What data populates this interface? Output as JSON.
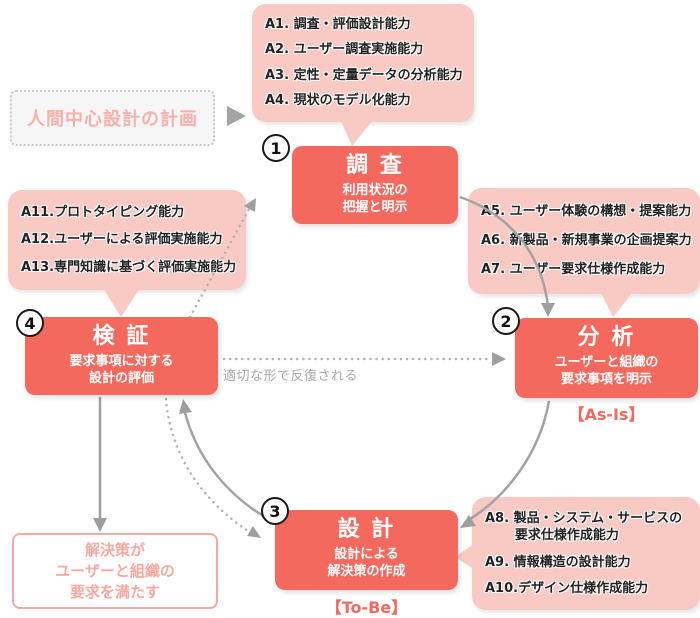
{
  "palette": {
    "node_red": "#f4695e",
    "box_pink": "#f9c9c4",
    "arrow_gray": "#a3a3a3",
    "soft_pink": "#f7a8a0"
  },
  "plan_box": {
    "label": "人間中心設計の計画"
  },
  "flow": {
    "iteration_label": "適切な形で反復される"
  },
  "nodes": {
    "survey": {
      "number": "1",
      "title": "調 査",
      "sub1": "利用状況の",
      "sub2": "把握と明示"
    },
    "analysis": {
      "number": "2",
      "title": "分 析",
      "sub1": "ユーザーと組織の",
      "sub2": "要求事項を明示",
      "tag": "【As-Is】"
    },
    "design": {
      "number": "3",
      "title": "設 計",
      "sub1": "設計による",
      "sub2": "解決策の作成",
      "tag": "【To-Be】"
    },
    "verify": {
      "number": "4",
      "title": "検 証",
      "sub1": "要求事項に対する",
      "sub2": "設計の評価"
    }
  },
  "abilities": {
    "survey": {
      "items": [
        "A1. 調査・評価設計能力",
        "A2. ユーザー調査実施能力",
        "A3. 定性・定量データの分析能力",
        "A4. 現状のモデル化能力"
      ]
    },
    "analysis": {
      "items": [
        "A5. ユーザー体験の構想・提案能力",
        "A6. 新製品・新規事業の企画提案力",
        "A7. ユーザー要求仕様作成能力"
      ]
    },
    "design": {
      "items": [
        "A8. 製品・システム・サービスの要求仕様作成能力",
        "A9. 情報構造の設計能力",
        "A10.デザイン仕様作成能力"
      ]
    },
    "verify": {
      "items": [
        "A11.プロトタイピング能力",
        "A12.ユーザーによる評価実施能力",
        "A13.専門知識に基づく評価実施能力"
      ]
    }
  },
  "outcome_box": {
    "line1": "解決策が",
    "line2": "ユーザーと組織の",
    "line3": "要求を満たす"
  }
}
